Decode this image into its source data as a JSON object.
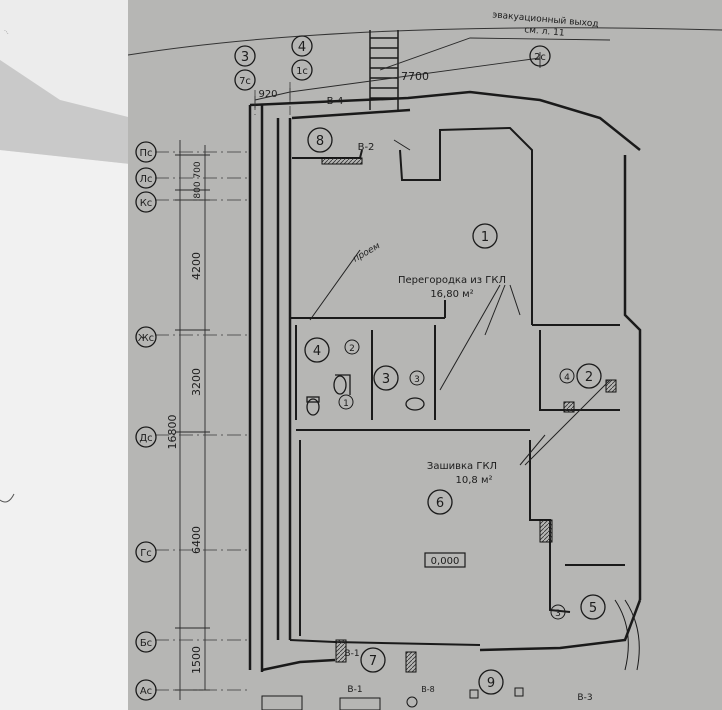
{
  "evac_note": {
    "line1": "эвакуационный выход",
    "line2": "см. л. 11"
  },
  "axes_top": [
    {
      "main": "3",
      "sub": "7с"
    },
    {
      "main": "4",
      "sub": "1с"
    },
    {
      "main": "2с"
    }
  ],
  "axes_left": [
    "Пс",
    "Лс",
    "Кс",
    "Жс",
    "Дс",
    "Гс",
    "Бс",
    "Ас"
  ],
  "dims_top": [
    "920",
    "7700"
  ],
  "dims_left": [
    "700",
    "800",
    "4200",
    "3200",
    "6400",
    "1500"
  ],
  "dim_total": "16800",
  "beam_labels": [
    "В-4",
    "В-2",
    "В-1",
    "В-1",
    "В-8",
    "В-3"
  ],
  "rooms": [
    "1",
    "2",
    "3",
    "4",
    "5",
    "6",
    "7",
    "8",
    "9"
  ],
  "sub_numbers": [
    "2",
    "1",
    "3",
    "4",
    "3"
  ],
  "partition_note": {
    "title": "Перегородка из ГКЛ",
    "area": "16,80 м²"
  },
  "sheathing_note": {
    "title": "Зашивка ГКЛ",
    "area": "10,8 м²"
  },
  "handwritten": "проем",
  "level_mark": "0,000"
}
